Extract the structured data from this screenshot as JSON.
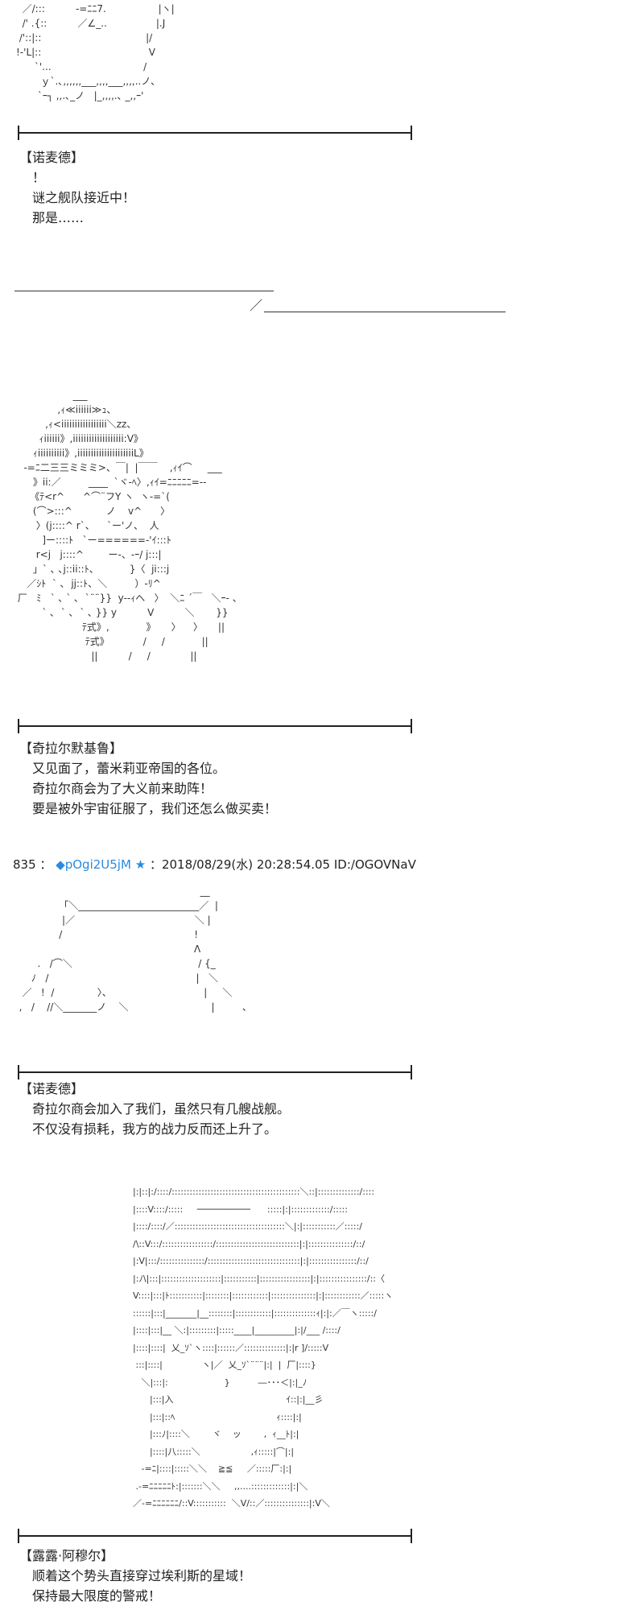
{
  "art": [
    "  ／/:::          -=ﾆﾆ7.                 |ヽ|\n  /' .{::          ／∠_..                |.J\n /'::|::                                  |/\n!-'L|::                                   V\n      `'...                              /\n        ｙ`.､,,,,,,___,,,,___,,,,..ノ、\n       `ｰ┐ ,,.､_ノ   |_,,,,.､ _,,ｰ'",
    "                   ___\n              ,ｨ≪iiiiii≫ｭ、\n          ,ｨ<iiiiiiiiiiiiiiiii＼zz、\n        ｨiiiiii》,iiiiiiiiiiiiiiiiiii:V》\n      ｨiiiiiiiiii》,iiiiiiiiiiiiiiiiiiiiiL》\n   -=ﾆ二三三ミミミ>、￣|  |￣￣    ,ｨｲ⌒     ___\n      》ii:／         ____  `ヾ-ﾍ〉,ｨｲ=ﾆﾆﾆﾆﾆ=--\n     《ﾃ<r^      ^⌒¨フY ヽ  ヽ-=`(\n      (⌒>:::^           ノ    v^      〉\n       〉(j::::^ r`、    `ー'ノ、  人\n         ]ー::::ﾄ   `ー======-'ｲ:::ﾄ\n       r<j   j::::^        ー-、-ｰ/ j:::|\n      」` ､ ､j::ii::ﾄ、          }〈  ji:::j\n    ／ｼﾄ  ` ､  jj::ﾄ、＼         ）-ﾘ^\n 厂   ﾐ   ` ､ ` ､  `¨¨}}  y--ｨへ   〉  ＼ﾆ ´￣   ＼ｰ- 、\n         ` ､  ` ､  ` ､ }} y          V          ＼       }}\n                      ﾃ式》,            》     〉    〉     ||\n                       ﾃ式》           /     /            ||\n                         ||          /     /             ||",
    "                                                             __\n               「＼_________________________／  |\n                |／                                       ＼ |\n               /                                           !\n                                                           Λ\n        .   /⌒＼                                         / {_\n      ﾉ   /                                                |   ＼\n   ／   !  /              〉、                              |     ＼\n  ,   /    //＼_______ノ    ＼                           |         、",
    "|:|::|:/::::/:::::::::::::::::::::::::::::::::::::::::::＼::|::::::::::::::/::::\n|::::V::::/:::::     ──────────      :::::|:|:::::::::::::/:::::\n|::::/::::/／:::::::::::::::::::::::::::::::::::::＼|:|:::::::::::／:::::/\n/\\::V:::/:::::::::::::::::/::::::::::::::::::::::::::::|:|:::::::::::::::/::/\n|:V|:::/:::::::::::::::/:::::::::::::::::::::::::::::::|:|::::::::::::::::/::/\n|:ﾉ\\|:::|::::::::::::::::::::|:::::::::::|:::::::::::::::::|:|::::::::::::::::/::〈\nV::::|:::|ﾄ:::::::::::|::::::::|::::::::::::|:::::::::::::::|:|::::::::::::／:::::ヽ\n::::::|:::|_______|__::::::::|::::::::::::|::::::::::::::ｨ|:|:／￣ヽ:::::/\n|::::|:::|__ ＼:|:::::::::|:::::____|_________|:|/___ /::::/\n|::::|::::|  乂_ｿ`ヽ::::|::::::／::::::::::::::|:|r ]/:::::V\n :::|::::|              ヽ|／  乂_ｿ`¨¨¨|:|  |  厂|::::}\n   ＼|:::|:                    }          ―･･･＜|:|_ﾉ\n      |:::|入                                        ｲ::|:|__彡\n      |:::|::ﾍ                                    ｨ::::|:|\n      |:::ﾉ|::::＼        ヾ    ッ        ,  ｨ__ﾄ|:|\n      |::::|八:::::＼                  ,ｨ:::::|⌒|:|\n   -=ﾆ|::::|:::::＼＼    ≧≦     ／:::::厂:|:|\n .-=ﾆﾆﾆﾆﾆﾄ:|:::::::＼＼     ,,....:::::::::::::|:|＼\n／-=ﾆﾆﾆﾆﾆﾆ/::V:::::::::::  ＼V/::／:::::::::::::::|:V＼"
  ],
  "dialogs": [
    {
      "speaker": "【诺麦德】",
      "lines": [
        "！",
        "谜之舰队接近中！",
        "那是……"
      ]
    },
    {
      "speaker": "【奇拉尔默基鲁】",
      "lines": [
        "又见面了，蕾米莉亚帝国的各位。",
        "奇拉尔商会为了大义前来助阵！",
        "要是被外宇宙征服了，我们还怎么做买卖！"
      ]
    },
    {
      "speaker": "【诺麦德】",
      "lines": [
        "奇拉尔商会加入了我们，虽然只有几艘战舰。",
        "不仅没有损耗，我方的战力反而还上升了。"
      ]
    },
    {
      "speaker": "【露露·阿穆尔】",
      "lines": [
        "顺着这个势头直接穿过埃利斯的星域！",
        "保持最大限度的警戒！"
      ]
    }
  ],
  "scene_break": {
    "slash": "／"
  },
  "post": {
    "number": "835 ：",
    "trip": "◆pOgi2U5jM",
    "star": "★",
    "meta": "：2018/08/29(水) 20:28:54.05 ID:/OGOVNaV"
  },
  "colors": {
    "trip": "#2a8ae0",
    "text": "#222222"
  }
}
